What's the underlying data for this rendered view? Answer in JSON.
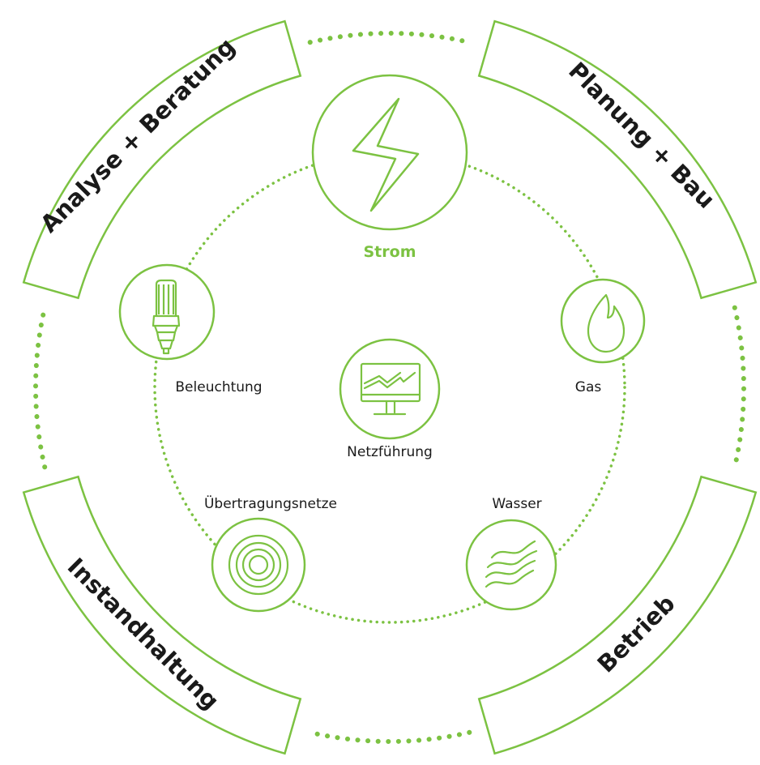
{
  "colors": {
    "accent": "#7cc242",
    "text": "#1a1a1a",
    "background": "#ffffff"
  },
  "segments": [
    {
      "id": "analyse",
      "label": "Analyse + Beratung"
    },
    {
      "id": "planung",
      "label": "Planung + Bau"
    },
    {
      "id": "betrieb",
      "label": "Betrieb"
    },
    {
      "id": "instandhaltung",
      "label": "Instandhaltung"
    }
  ],
  "nodes": [
    {
      "id": "strom",
      "label": "Strom",
      "icon": "lightning-icon",
      "active": true
    },
    {
      "id": "gas",
      "label": "Gas",
      "icon": "flame-icon",
      "active": false
    },
    {
      "id": "wasser",
      "label": "Wasser",
      "icon": "waves-icon",
      "active": false
    },
    {
      "id": "uebertragungsnetze",
      "label": "Übertragungsnetze",
      "icon": "concentric-circles-icon",
      "active": false
    },
    {
      "id": "beleuchtung",
      "label": "Beleuchtung",
      "icon": "lightbulb-icon",
      "active": false
    }
  ],
  "center": {
    "id": "netzfuehrung",
    "label": "Netzführung",
    "icon": "monitor-chart-icon"
  }
}
